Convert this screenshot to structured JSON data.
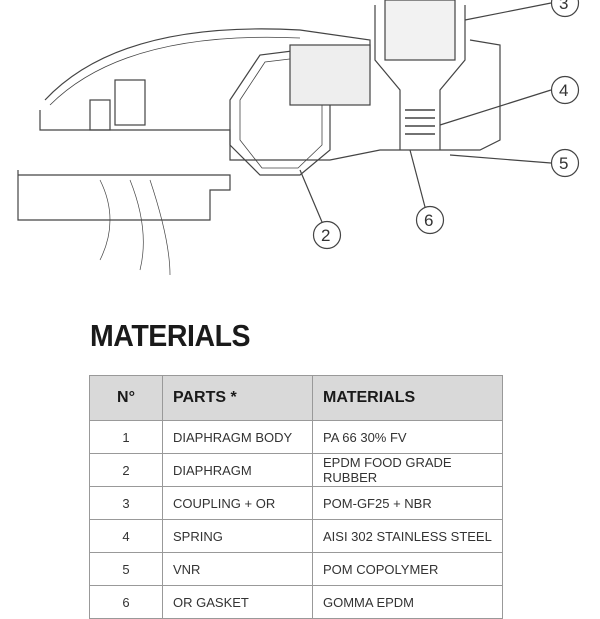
{
  "callouts": [
    "2",
    "3",
    "4",
    "5",
    "6"
  ],
  "title": "MATERIALS",
  "table": {
    "headers": [
      "N°",
      "PARTS *",
      "MATERIALS"
    ],
    "rows": [
      {
        "n": "1",
        "part": "DIAPHRAGM BODY",
        "material": "PA 66 30% FV"
      },
      {
        "n": "2",
        "part": "DIAPHRAGM",
        "material": "EPDM FOOD GRADE RUBBER"
      },
      {
        "n": "3",
        "part": "COUPLING + OR",
        "material": "POM-GF25 + NBR"
      },
      {
        "n": "4",
        "part": "SPRING",
        "material": "AISI 302 STAINLESS STEEL"
      },
      {
        "n": "5",
        "part": "VNR",
        "material": "POM COPOLYMER"
      },
      {
        "n": "6",
        "part": "OR GASKET",
        "material": "GOMMA EPDM"
      }
    ]
  }
}
